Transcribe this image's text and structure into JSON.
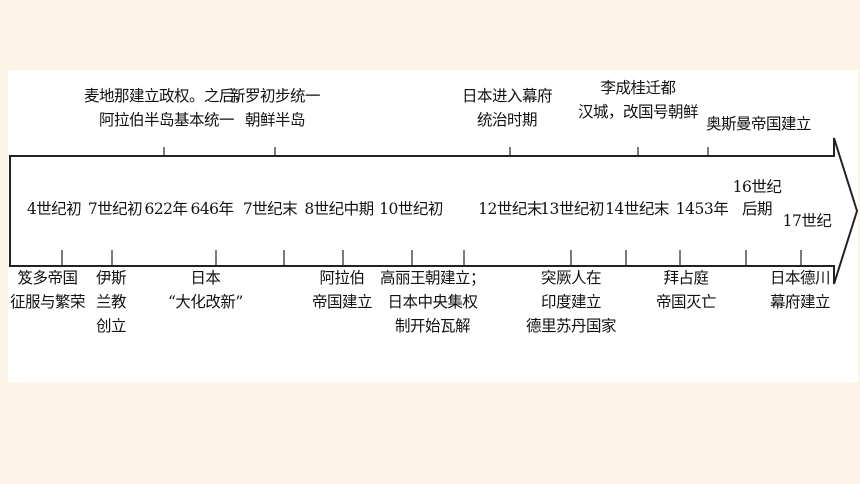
{
  "timeline": {
    "dates": [
      "4世纪初",
      "7世纪初",
      "622年",
      "646年",
      "7世纪末",
      "8世纪中期",
      "10世纪初",
      "12世纪末",
      "13世纪初",
      "14世纪末",
      "1453年",
      "16世纪\n后期",
      "17世纪"
    ],
    "events_above": [
      "麦地那建立政权。之后，\n阿拉伯半岛基本统一",
      "新罗初步统一\n朝鲜半岛",
      "日本进入幕府\n统治时期",
      "李成桂迁都\n汉城，改国号朝鲜",
      "奥斯曼帝国建立"
    ],
    "events_below": [
      "笈多帝国\n征服与繁荣",
      "伊斯\n兰教\n创立",
      "日本\n“大化改新”",
      "阿拉伯\n帝国建立",
      "高丽王朝建立；\n日本中央集权\n制开始瓦解",
      "突厥人在\n印度建立\n德里苏丹国家",
      "拜占庭\n帝国灭亡",
      "日本德川\n幕府建立"
    ]
  }
}
